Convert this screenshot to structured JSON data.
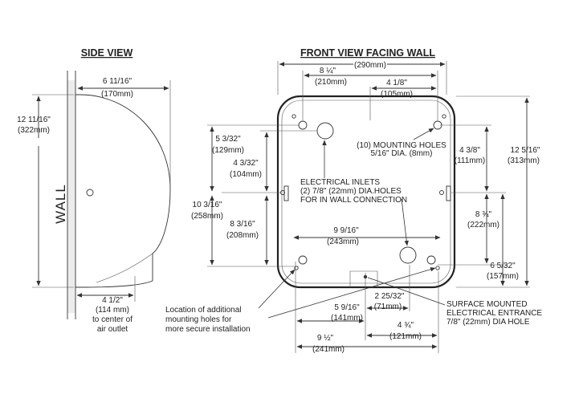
{
  "side_view": {
    "title": "SIDE VIEW",
    "wall_label": "WALL",
    "height_in": "12 11/16\"",
    "height_mm": "(322mm)",
    "depth_in": "6 11/16\"",
    "depth_mm": "(170mm)",
    "outlet_in": "4 1/2\"",
    "outlet_mm": "(114 mm)",
    "outlet_note_1": "to center of",
    "outlet_note_2": "air outlet"
  },
  "front_view": {
    "title": "FRONT VIEW FACING WALL",
    "width_top_mm": "(290mm)",
    "d1_in": "8 ¼\"",
    "d1_mm": "(210mm)",
    "d2_in": "4 1/8\"",
    "d2_mm": "(105mm)",
    "mounting_holes_1": "(10) MOUNTING HOLES",
    "mounting_holes_2": "5/16\" DIA. (8mm)",
    "d3_in": "5 3/32\"",
    "d3_mm": "(129mm)",
    "d4_in": "4 3/32\"",
    "d4_mm": "(104mm)",
    "electrical_1": "ELECTRICAL INLETS",
    "electrical_2": "(2) 7/8\" (22mm) DIA.HOLES",
    "electrical_3": "FOR IN WALL CONNECTION",
    "d5_in": "10 3/16\"",
    "d5_mm": "(258mm)",
    "d6_in": "8 3/16\"",
    "d6_mm": "(208mm)",
    "d7_in": "9 9/16\"",
    "d7_mm": "(243mm)",
    "d8_in": "4 3/8\"",
    "d8_mm": "(111mm)",
    "d9_in": "12 5/16\"",
    "d9_mm": "(313mm)",
    "d10_in": "8 ¾\"",
    "d10_mm": "(222mm)",
    "d11_in": "6 5/32\"",
    "d11_mm": "(157mm)",
    "d12_in": "2 25/32\"",
    "d12_mm": "(71mm)",
    "d13_in": "5 9/16\"",
    "d13_mm": "(141mm)",
    "d14_in": "4 ¾\"",
    "d14_mm": "(121mm)",
    "d15_in": "9 ½\"",
    "d15_mm": "(241mm)",
    "surface_1": "SURFACE MOUNTED",
    "surface_2": "ELECTRICAL ENTRANCE",
    "surface_3": "7/8\" (22mm) DIA HOLE",
    "location_1": "Location of additional",
    "location_2": "mounting holes for",
    "location_3": "more secure installation"
  }
}
